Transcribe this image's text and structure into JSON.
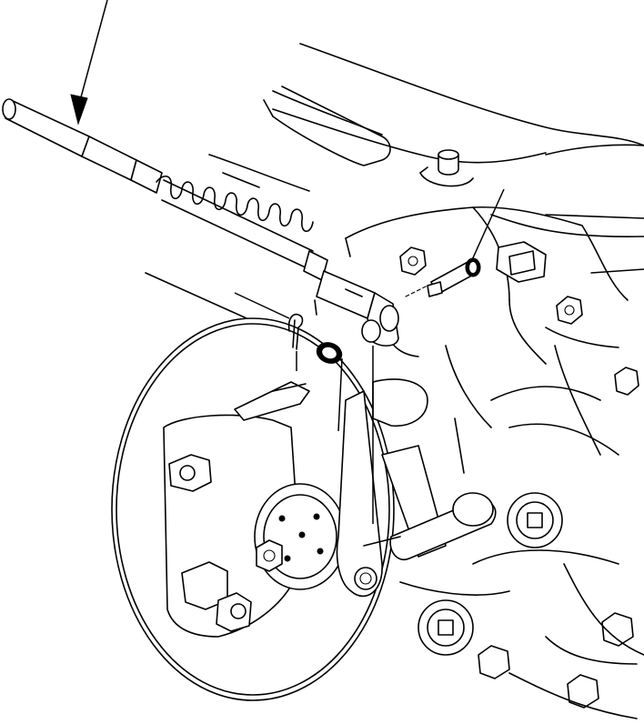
{
  "figure": {
    "callouts": [
      "cable-end-arrow",
      "pin-leader",
      "cotter-pin-leader",
      "washer-leader",
      "clevis-leader",
      "body-leader"
    ],
    "colors": {
      "line": "#000000",
      "background": "#ffffff"
    }
  }
}
